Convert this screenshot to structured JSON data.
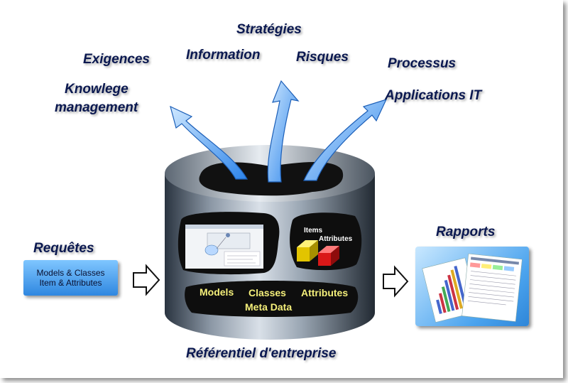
{
  "labels": {
    "strategies": "Stratégies",
    "exigences": "Exigences",
    "information": "Information",
    "risques": "Risques",
    "processus": "Processus",
    "knowledge_line1": "Knowlege",
    "knowledge_line2": "management",
    "applications_it": "Applications IT",
    "requetes": "Requêtes",
    "rapports": "Rapports",
    "referentiel": "Référentiel d'entreprise"
  },
  "requetes_box": {
    "line1": "Models & Classes",
    "line2": "Item & Attributes"
  },
  "cylinder": {
    "items": "Items",
    "attributes_small": "Attributes",
    "models": "Models",
    "classes": "Classes",
    "attributes": "Attributes",
    "meta_data": "Meta Data"
  },
  "colors": {
    "label_text": "#0a1850",
    "arrow_blue": "#4fa8ff",
    "cylinder_text": "#f4ef7a",
    "box_blue": "#3c93e6"
  },
  "icons": [
    "input-arrow-icon",
    "output-arrow-icon",
    "cube-yellow-icon",
    "cube-red-icon",
    "report-document-icon"
  ]
}
